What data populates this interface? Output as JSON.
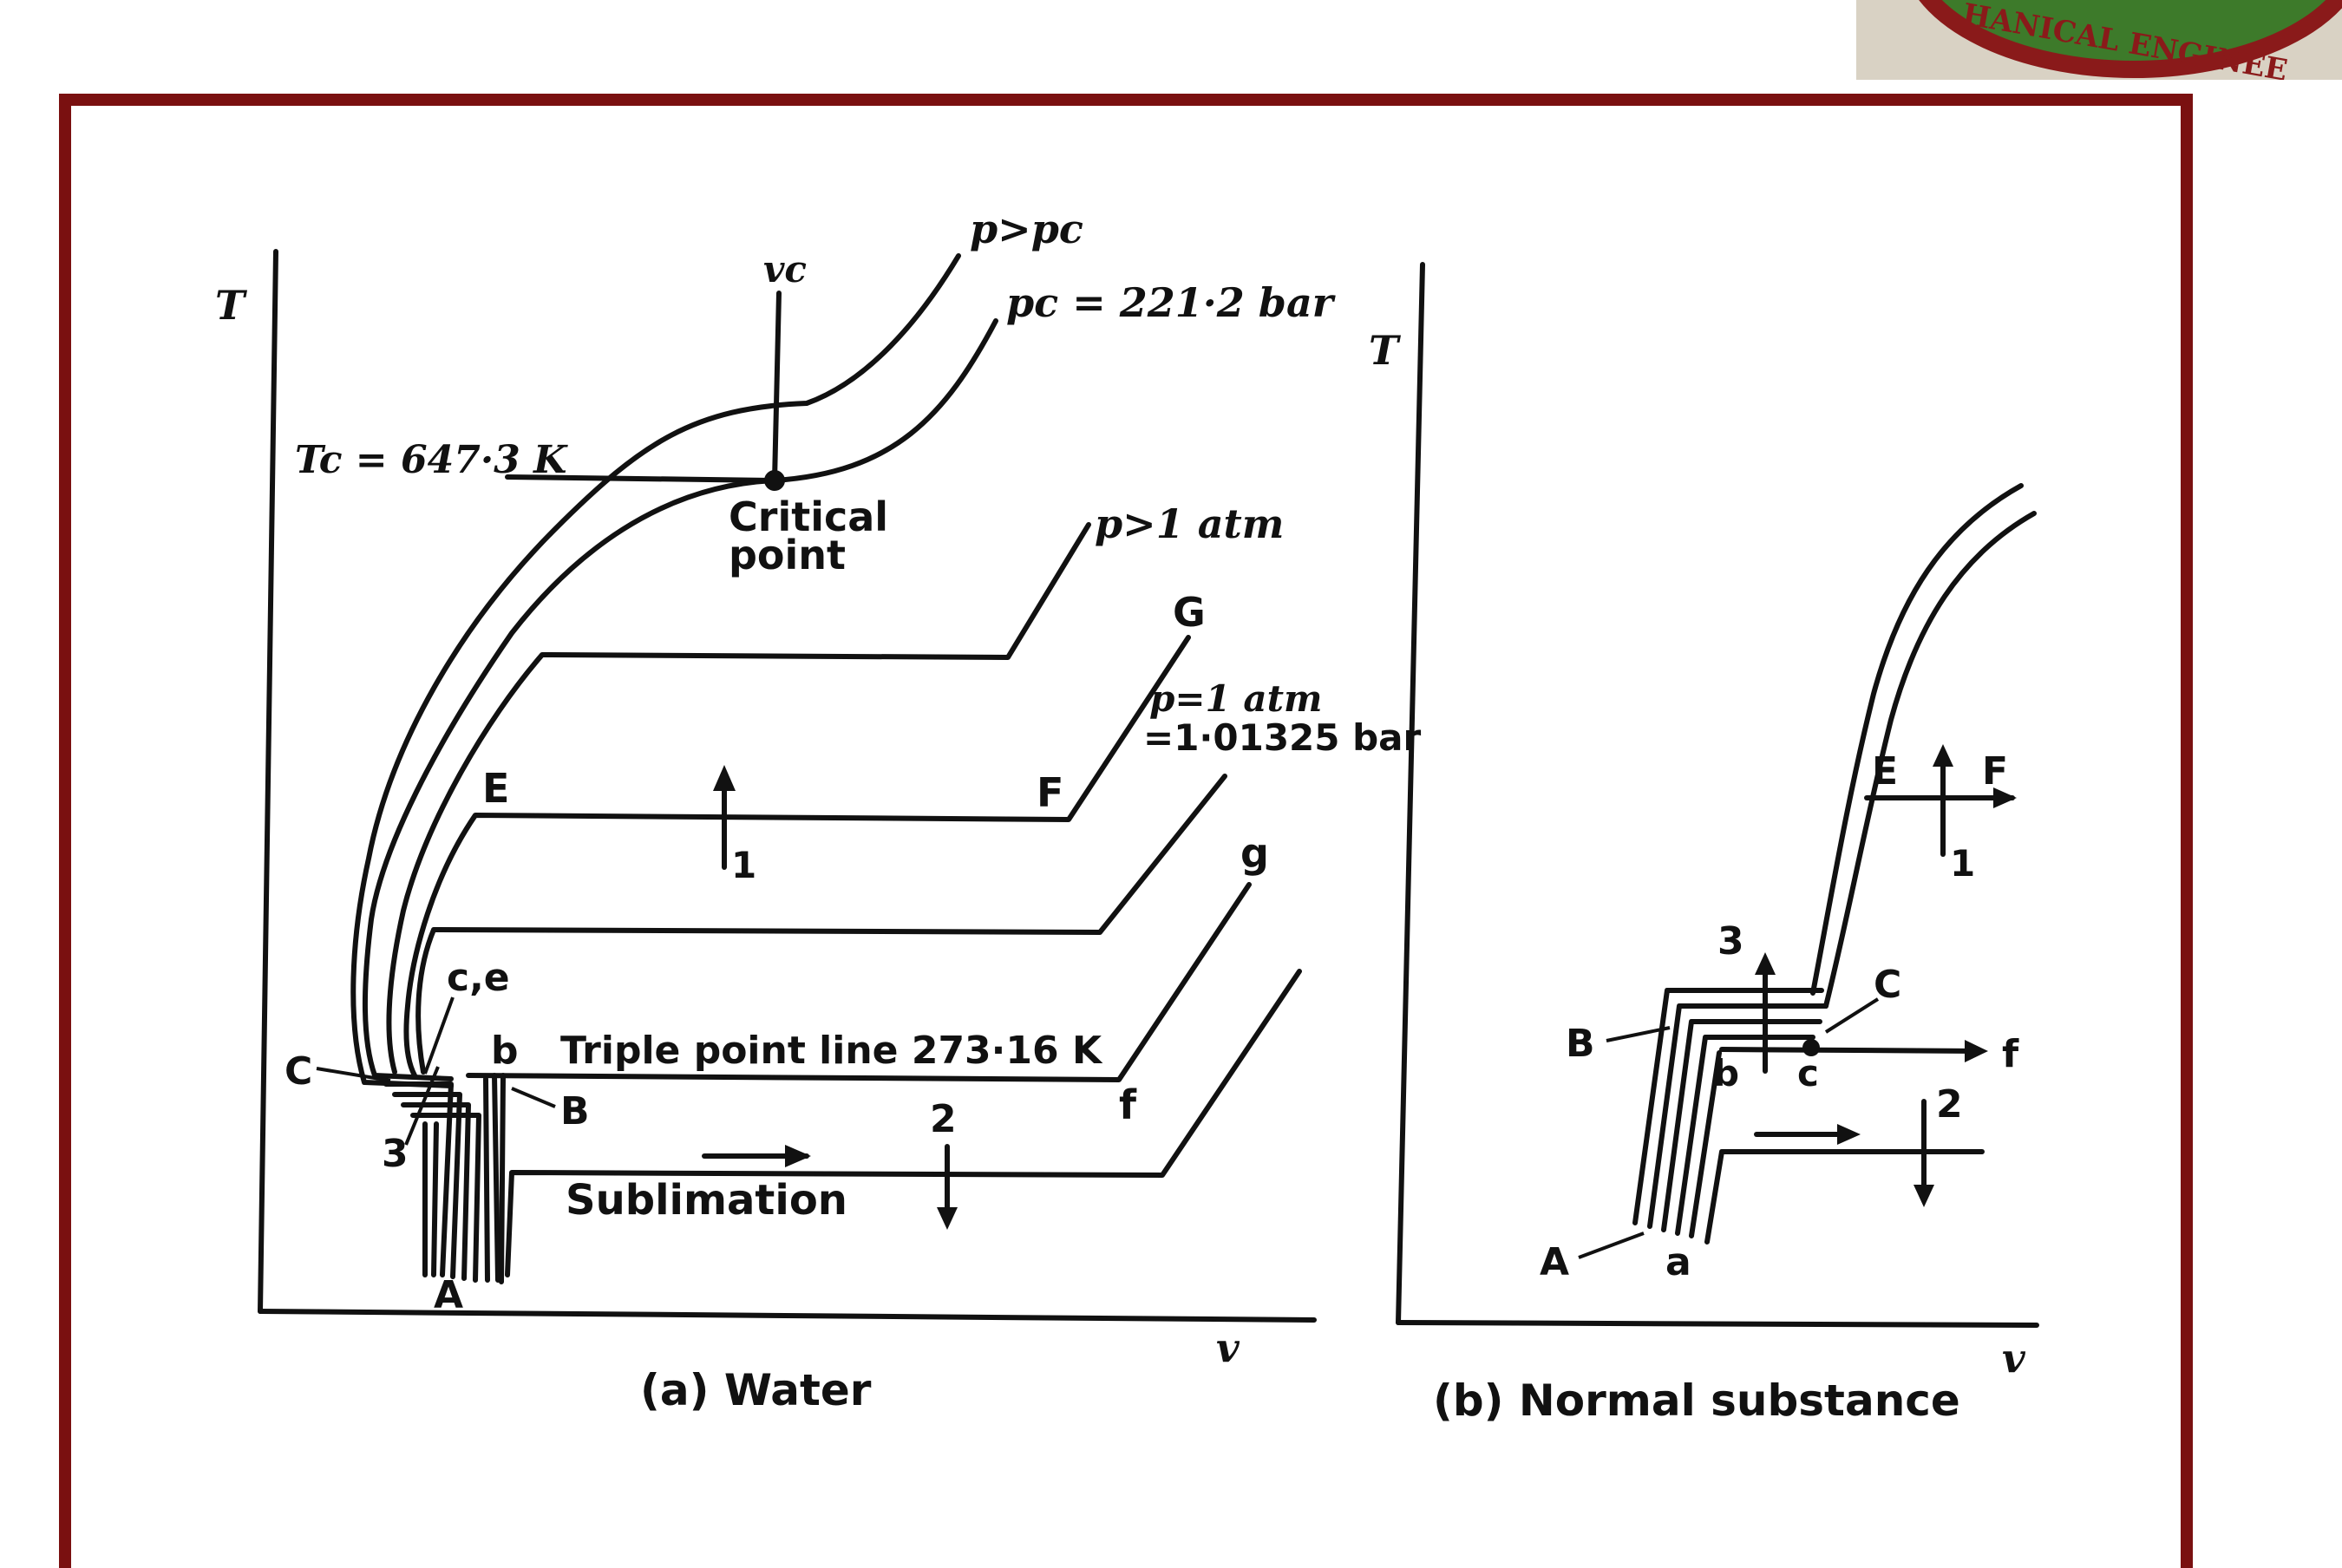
{
  "logo": {
    "text": "HANICAL ENGINEE"
  },
  "left_diagram": {
    "axis_y": "T",
    "axis_x": "v",
    "vc_label": "vc",
    "tc_label": "Tc = 647·3 K",
    "pc_label": "pc = 221·2 bar",
    "p_gt_pc": "p>pc",
    "critical_point": [
      "Critical",
      "point"
    ],
    "p_gt_1atm": "p>1 atm",
    "p_eq_1atm": [
      "p=1 atm",
      "=1·01325 bar"
    ],
    "triple_line": "Triple point line 273·16 K",
    "sublimation": "Sublimation",
    "points": {
      "A": "A",
      "B": "B",
      "C": "C",
      "E": "E",
      "F": "F",
      "G": "G",
      "b": "b",
      "ce": "c,e",
      "f": "f",
      "g": "g",
      "n1": "1",
      "n2": "2",
      "n3": "3"
    },
    "caption": "(a) Water"
  },
  "right_diagram": {
    "axis_y": "T",
    "axis_x": "v",
    "points": {
      "A": "A",
      "a": "a",
      "B": "B",
      "b": "b",
      "c": "c",
      "C": "C",
      "E": "E",
      "F": "F",
      "f": "f",
      "n1": "1",
      "n2": "2",
      "n3": "3"
    },
    "caption": "(b) Normal substance"
  }
}
